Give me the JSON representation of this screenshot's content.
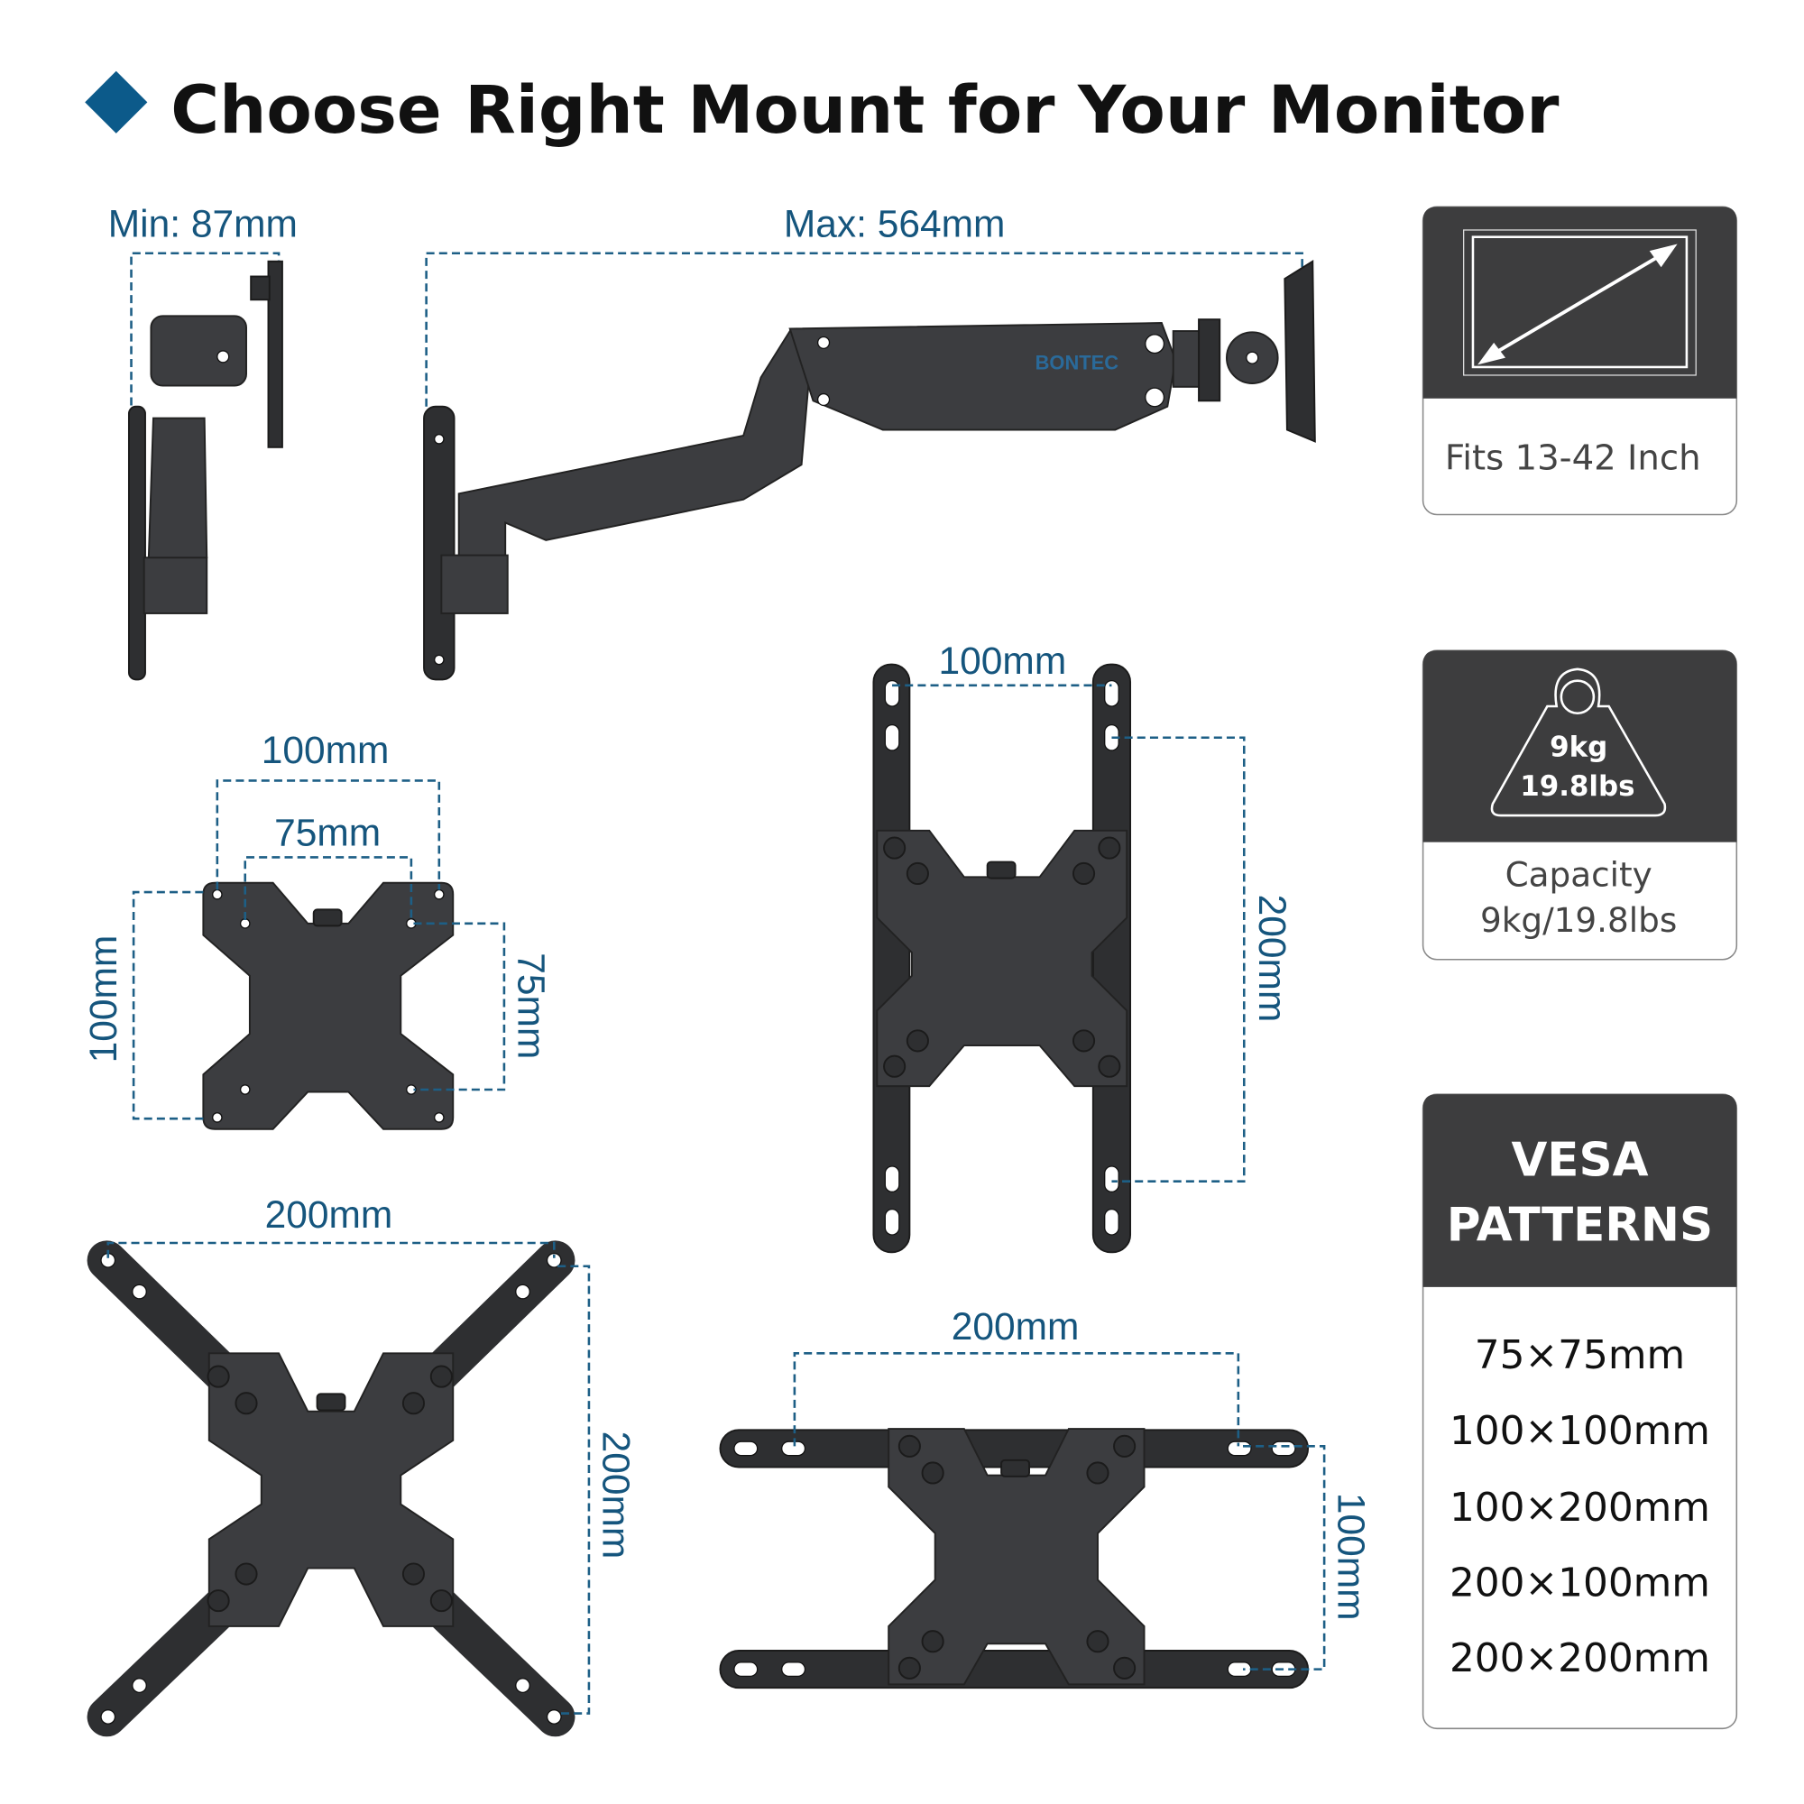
{
  "title": "Choose Right Mount for Your Monitor",
  "accent_color": "#0c5a8a",
  "dimension_color": "#15557d",
  "arm_section": {
    "min_label": "Min: 87mm",
    "max_label": "Max: 564mm",
    "brand": "BONTEC"
  },
  "plates": {
    "plate_75_100": {
      "top_outer": "100mm",
      "top_inner": "75mm",
      "left": "100mm",
      "right": "75mm"
    },
    "plate_100_200": {
      "top": "100mm",
      "right": "200mm"
    },
    "plate_200_200": {
      "top": "200mm",
      "right": "200mm"
    },
    "plate_200_100": {
      "top": "200mm",
      "right": "100mm"
    }
  },
  "cards": {
    "size": {
      "icon": "screen-diagonal-icon",
      "label": "Fits 13-42 Inch"
    },
    "capacity": {
      "icon": "weight-icon",
      "icon_line1": "9kg",
      "icon_line2": "19.8lbs",
      "label_line1": "Capacity",
      "label_line2": "9kg/19.8lbs"
    },
    "vesa": {
      "heading_line1": "VESA",
      "heading_line2": "PATTERNS",
      "items": [
        "75×75mm",
        "100×100mm",
        "100×200mm",
        "200×100mm",
        "200×200mm"
      ]
    }
  }
}
